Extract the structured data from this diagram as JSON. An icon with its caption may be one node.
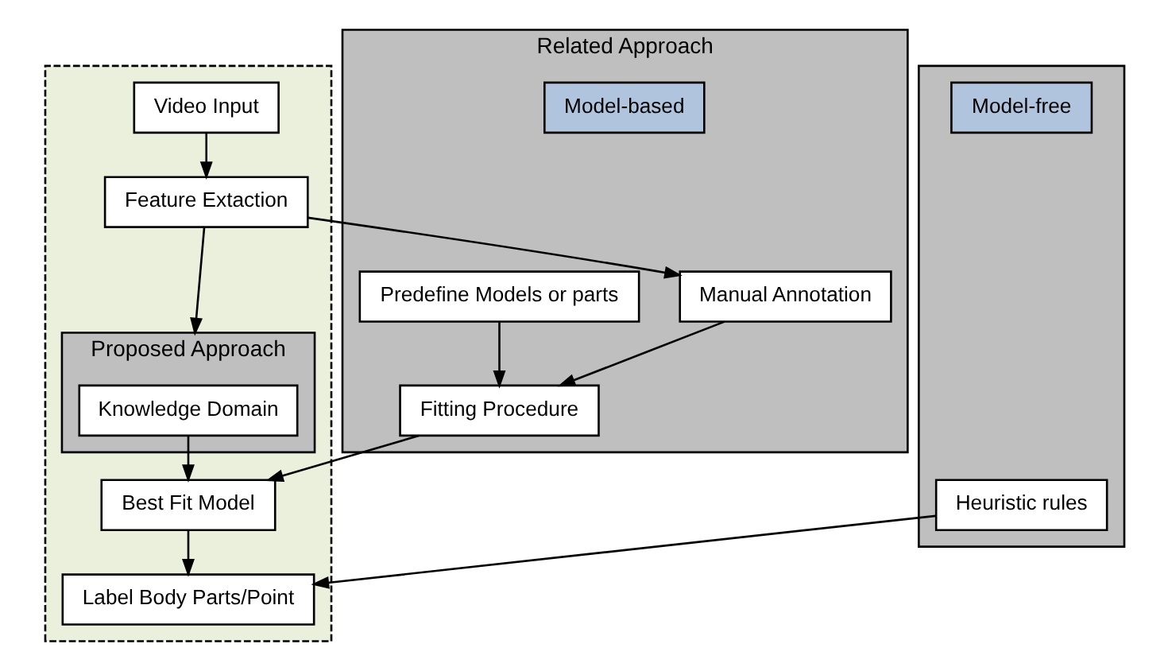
{
  "diagram": {
    "nodes": [
      {
        "text": [],
        "shape": "box"
      },
      {
        "text": [
          "Video Input"
        ],
        "in": 0
      },
      {
        "text": [
          "Feature Extaction"
        ],
        "in": 0
      },
      {
        "text": [
          "Proposed Approach"
        ],
        "in": 0
      },
      {
        "text": [
          "Knowledge Domain"
        ],
        "in": 3
      },
      {
        "text": [
          "Best Fit Model"
        ],
        "in": 0
      },
      {
        "text": [
          "Label Body Parts/Point"
        ],
        "in": 0
      },
      {
        "text": [
          "Related Approach"
        ]
      },
      {
        "text": [
          "Model-based"
        ],
        "in": 7
      },
      {
        "text": [
          "Manual Annotation"
        ],
        "in": 7
      },
      {
        "text": [
          "Predefine Models or parts"
        ],
        "in": 7
      },
      {
        "text": [
          "Fitting Procedure"
        ],
        "in": 7
      },
      {
        "text": [],
        "shape": "box"
      },
      {
        "text": [
          "Model-free"
        ],
        "in": 12
      },
      {
        "text": [
          "Heuristic rules"
        ],
        "in": 12
      }
    ],
    "edges": [
      {
        "from": 1,
        "to": 2,
        "arrow": "to"
      },
      {
        "from": 2,
        "to": 3,
        "arrow": "to"
      },
      {
        "from": 2,
        "to": 9,
        "arrow": "to"
      },
      {
        "from": 9,
        "to": 11,
        "arrow": "to"
      },
      {
        "from": 10,
        "to": 11,
        "arrow": "to"
      },
      {
        "from": 11,
        "to": 5,
        "arrow": "to"
      },
      {
        "from": 4,
        "to": 5,
        "arrow": "to"
      },
      {
        "from": 5,
        "to": 6,
        "arrow": "to"
      },
      {
        "from": 14,
        "to": 6,
        "arrow": "to"
      }
    ]
  }
}
